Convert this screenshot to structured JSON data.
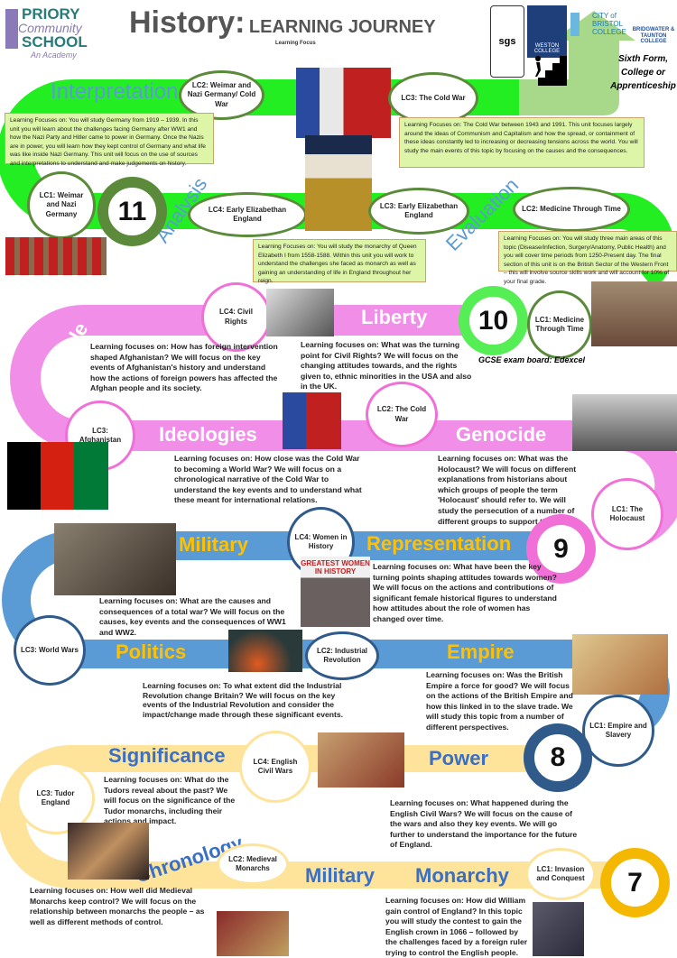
{
  "header": {
    "title": "History:",
    "subtitle": "LEARNING JOURNEY",
    "focus_label": "Learning Focus",
    "school": {
      "line1": "PRIORY",
      "line2": "Community",
      "line3": "SCHOOL",
      "line4": "An Academy"
    },
    "logos": [
      "sgs",
      "WESTON COLLEGE",
      "CITY of BRISTOL COLLEGE",
      "BRIDGWATER & TAUNTON COLLEGE"
    ],
    "destination": "Sixth Form, College or Apprenticeship"
  },
  "colors": {
    "y11": "#22ee22",
    "y10": "#f08ee8",
    "y9": "#5b9bd5",
    "y8": "#fde49a",
    "y11_ring": "#5a8a3a",
    "y10_ring": "#55ee55",
    "y9_ring": "#f070d8",
    "y8_ring": "#2f5a8a",
    "y7_ring": "#f5b800"
  },
  "years": {
    "y11": "11",
    "y10": "10",
    "y9": "9",
    "y8": "8",
    "y7": "7"
  },
  "y11": {
    "themes": [
      "Interpretation",
      "Analysis",
      "Evaluation"
    ],
    "lessons": [
      "LC2: Weimar and Nazi Germany/ Cold War",
      "LC3: The Cold War",
      "LC1: Weimar and Nazi Germany",
      "LC4: Early Elizabethan England",
      "LC3: Early Elizabethan England",
      "LC2: Medicine Through Time"
    ],
    "focus": [
      "Learning Focuses on: You will study Germany from 1919 – 1939. In this unit you will learn about the challenges facing Germany after WW1 and how the Nazi Party and Hitler came to power in Germany. Once the Nazis are in power, you will learn how they kept control of Germany and what life was like inside Nazi Germany.  This unit will focus on the use of sources and interpretations to understand and make judgements on history.",
      "Learning Focuses on: The Cold War between 1943 and 1991. This unit focuses largely around the ideas of Communism and Capitalism and how the spread, or containment of these ideas constantly led to increasing or decreasing tensions across the world. You will study the main events of this topic by focusing on the causes and the consequences.",
      "Learning Focuses on: You will study the monarchy of Queen Elizabeth I from 1558-1588. Within this unit you will work to understand the challenges she faced as monarch as well as gaining an understanding of life in England throughout her reign.",
      "Learning Focuses on: You will study three main areas of this topic (Disease/infection, Surgery/Anatomy, Public Health) and you will cover time periods from 1250-Present day. The final section of this unit is on the British Sector of the Western Front – this will involve source skills work and will account for 10% of your final grade."
    ]
  },
  "y10": {
    "themes": [
      "Liberty",
      "People",
      "Ideologies",
      "Genocide"
    ],
    "lessons": [
      "LC4: Civil Rights",
      "LC1: Medicine Through Time",
      "LC3: Afghanistan",
      "LC2: The Cold War",
      "LC1: The Holocaust"
    ],
    "exam_board": "GCSE exam board: Edexcel",
    "focus": [
      "Learning focuses on: How has foreign intervention shaped Afghanistan? We will focus on the key events of Afghanistan's history and understand how the actions of foreign powers has affected the Afghan people and its society.",
      "Learning focuses on: What was the turning point for Civil Rights? We will focus on the changing attitudes towards, and the rights given to, ethnic minorities in the USA and also in the UK.",
      "Learning focuses on: How close was the Cold War to becoming a World War? We will focus on a chronological narrative of the Cold War to understand the key events and to understand what these meant for international relations.",
      "Learning focuses on: What was the Holocaust? We will focus on different explanations from historians about which groups of people the term 'Holocaust' should refer to. We will study the persecution of a number of different groups to support this."
    ]
  },
  "y9": {
    "themes": [
      "Military",
      "Representation",
      "Politics",
      "Empire"
    ],
    "lessons": [
      "LC4: Women in History",
      "LC3: World Wars",
      "LC2: Industrial Revolution",
      "LC1: Empire and Slavery"
    ],
    "focus": [
      "Learning focuses on: What are the causes and consequences of a total war? We will focus on the causes, key events and the consequences of WW1 and WW2.",
      "Learning focuses on: What have been the key turning points shaping attitudes towards women? We will focus on the actions and contributions of significant female historical figures to understand how attitudes about the role of women has changed over time.",
      "Learning focuses on: To what extent did the Industrial Revolution change Britain? We will focus on the key events of the Industrial Revolution and consider the impact/change made through these significant events.",
      "Learning focuses on: Was the British Empire a force for good? We will focus on the actions of the British Empire and how this linked in to the slave trade. We will study this topic from a number of different perspectives."
    ],
    "image_text": "GREATEST WOMEN IN HISTORY"
  },
  "y8": {
    "themes": [
      "Significance",
      "Power",
      "Chronology",
      "Military",
      "Monarchy"
    ],
    "lessons": [
      "LC4: English Civil Wars",
      "LC3: Tudor England",
      "LC2: Medieval Monarchs",
      "LC1: Invasion and Conquest"
    ],
    "focus": [
      "Learning focuses on: What do the Tudors reveal about the past? We will focus on the significance of the Tudor monarchs, including their actions and impact.",
      "Learning focuses on: What happened during the English Civil Wars? We will focus on the cause of the wars and also they key events. We will go further to understand the importance for the future of England.",
      "Learning focuses on: How well did Medieval Monarchs keep control? We will focus on the relationship between monarchs the people – as well as different methods of control.",
      "Learning focuses on: How did William gain control of England? In this topic you will study the contest to gain the English crown in 1066 – followed by the challenges faced by a foreign ruler trying to control the English people."
    ]
  }
}
